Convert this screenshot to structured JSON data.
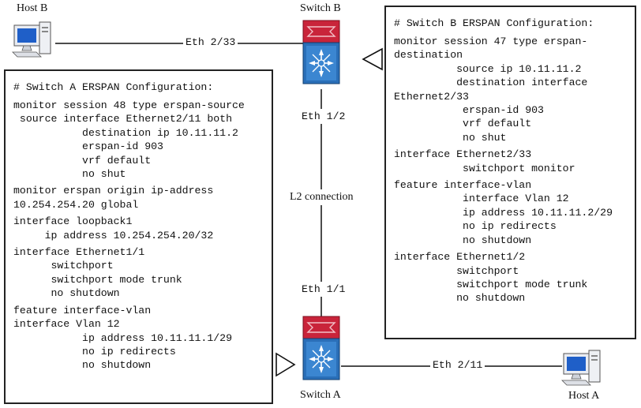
{
  "devices": {
    "host_b": "Host B",
    "host_a": "Host A",
    "switch_b": "Switch B",
    "switch_a": "Switch A"
  },
  "links": {
    "host_b_port": "Eth 2/33",
    "host_a_port": "Eth 2/11",
    "switch_b_port": "Eth 1/2",
    "switch_a_port": "Eth 1/1",
    "l2": "L2 connection"
  },
  "switch_a_config": {
    "title": "# Switch A ERSPAN Configuration:",
    "blocks": [
      [
        "monitor session 48 type erspan-source",
        " source interface Ethernet2/11 both",
        "           destination ip 10.11.11.2",
        "           erspan-id 903",
        "           vrf default",
        "           no shut"
      ],
      [
        "monitor erspan origin ip-address",
        "10.254.254.20 global"
      ],
      [
        "interface loopback1",
        "     ip address 10.254.254.20/32"
      ],
      [
        "interface Ethernet1/1",
        "      switchport",
        "      switchport mode trunk",
        "      no shutdown"
      ],
      [
        "feature interface-vlan",
        "interface Vlan 12",
        "           ip address 10.11.11.1/29",
        "           no ip redirects",
        "           no shutdown"
      ]
    ]
  },
  "switch_b_config": {
    "title": "# Switch B ERSPAN Configuration:",
    "blocks": [
      [
        "monitor session 47 type erspan-",
        "destination",
        "          source ip 10.11.11.2",
        "          destination interface",
        "Ethernet2/33",
        "           erspan-id 903",
        "           vrf default",
        "           no shut"
      ],
      [
        "interface Ethernet2/33",
        "           switchport monitor"
      ],
      [
        "feature interface-vlan",
        "           interface Vlan 12",
        "           ip address 10.11.11.2/29",
        "           no ip redirects",
        "           no shutdown"
      ],
      [
        "interface Ethernet1/2",
        "          switchport",
        "          switchport mode trunk",
        "          no shutdown"
      ]
    ]
  }
}
